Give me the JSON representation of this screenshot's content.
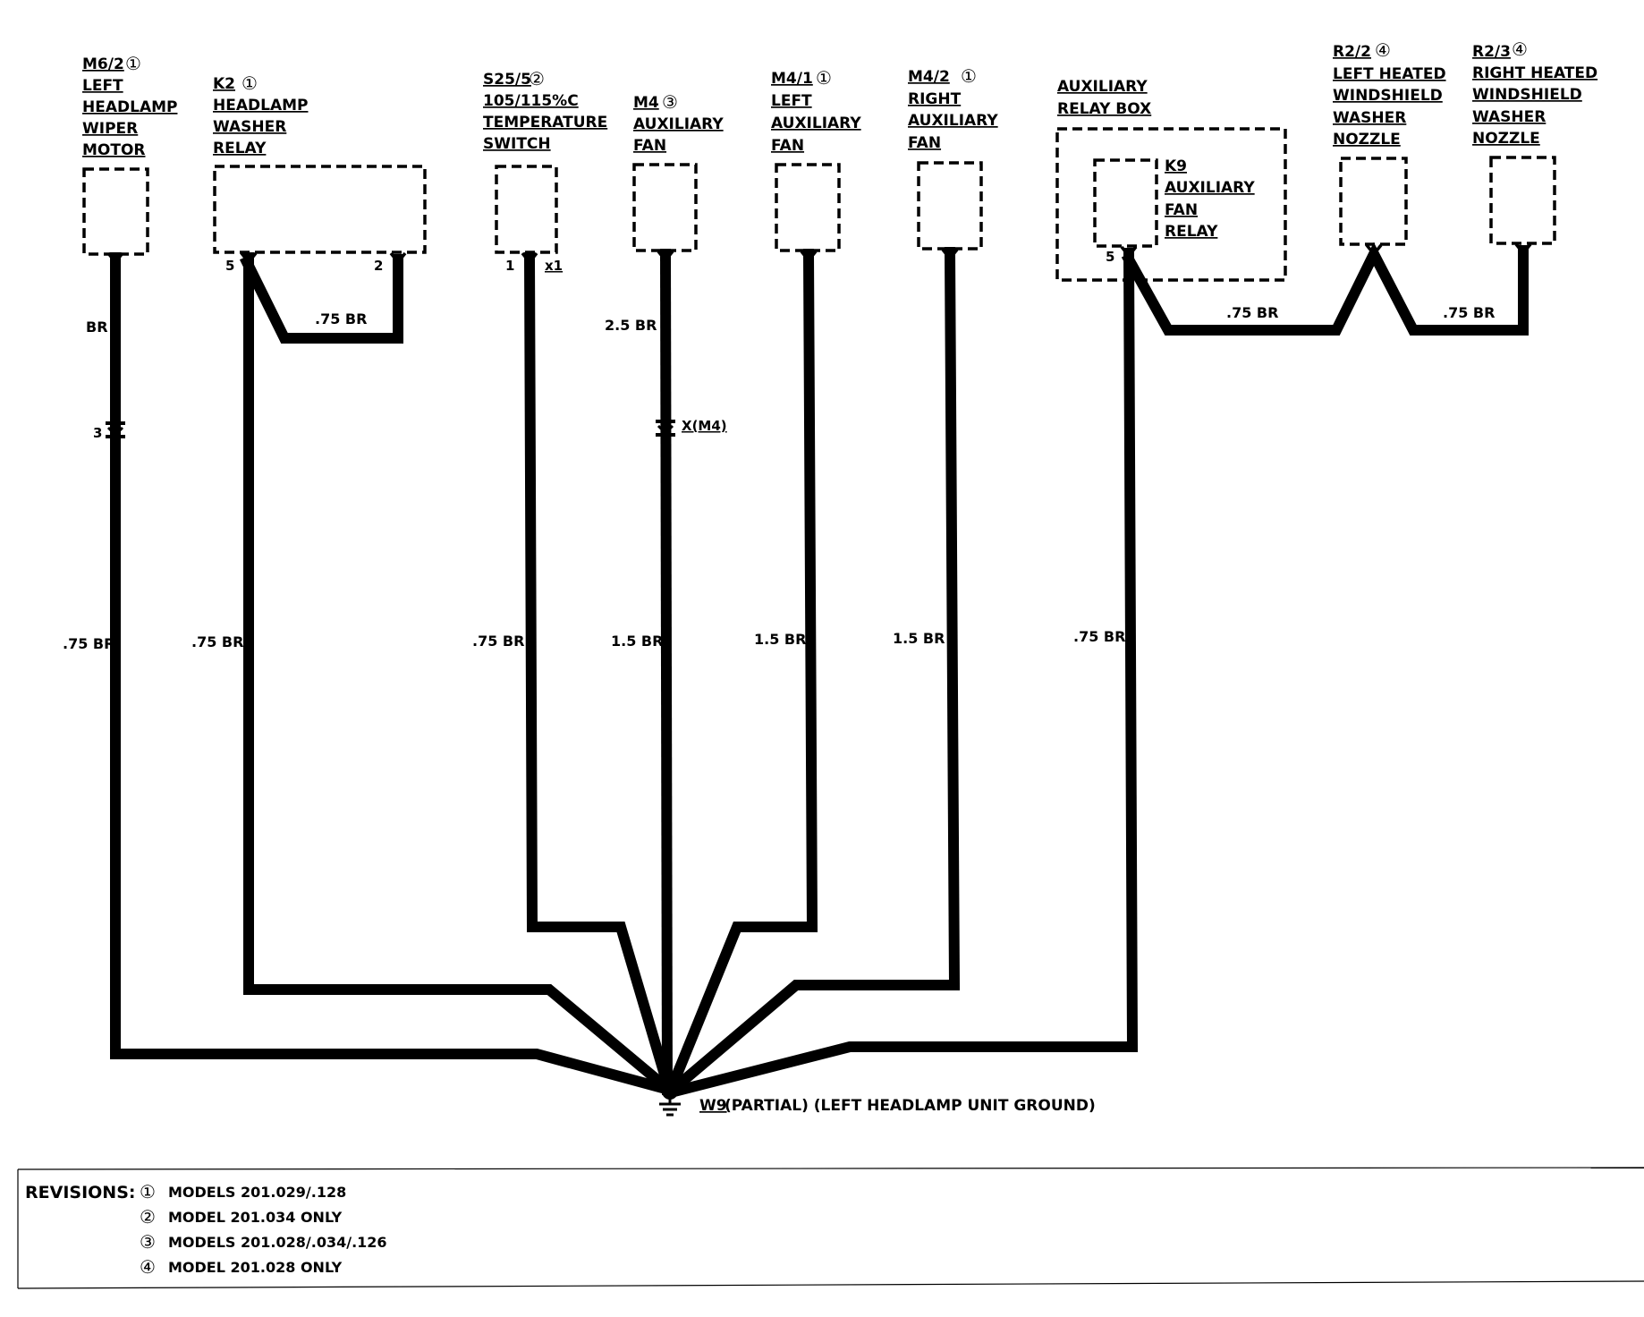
{
  "components": {
    "m6_2": {
      "code": "M6/2",
      "rev": "①",
      "lines": [
        "LEFT",
        "HEADLAMP",
        "WIPER",
        "MOTOR"
      ]
    },
    "k2": {
      "code": "K2",
      "rev": "①",
      "lines": [
        "HEADLAMP",
        "WASHER",
        "RELAY"
      ]
    },
    "s25_5": {
      "code": "S25/5",
      "rev": "②",
      "lines": [
        "105/115%C",
        "TEMPERATURE",
        "SWITCH"
      ]
    },
    "m4": {
      "code": "M4",
      "rev": "③",
      "lines": [
        "AUXILIARY",
        "FAN"
      ]
    },
    "m4_1": {
      "code": "M4/1",
      "rev": "①",
      "lines": [
        "LEFT",
        "AUXILIARY",
        "FAN"
      ]
    },
    "m4_2": {
      "code": "M4/2",
      "rev": "①",
      "lines": [
        "RIGHT",
        "AUXILIARY",
        "FAN"
      ]
    },
    "relay_box": {
      "lines": [
        "AUXILIARY",
        "RELAY BOX"
      ]
    },
    "k9": {
      "code": "K9",
      "lines": [
        "AUXILIARY",
        "FAN",
        "RELAY"
      ]
    },
    "r2_2": {
      "code": "R2/2",
      "rev": "④",
      "lines": [
        "LEFT HEATED",
        "WINDSHIELD",
        "WASHER",
        "NOZZLE"
      ]
    },
    "r2_3": {
      "code": "R2/3",
      "rev": "④",
      "lines": [
        "RIGHT HEATED",
        "WINDSHIELD",
        "WASHER",
        "NOZZLE"
      ]
    }
  },
  "pins": {
    "k2_5": "5",
    "k2_2": "2",
    "s25_1": "1",
    "s25_x1": "x1",
    "k9_5": "5",
    "m6_connector": "3",
    "m4_connector": "X(M4)"
  },
  "wires": {
    "m6_top": "BR",
    "k2_jumper": ".75 BR",
    "m4_top": "2.5 BR",
    "r2_left": ".75 BR",
    "r2_right": ".75 BR",
    "m6_main": ".75 BR",
    "k2_main": ".75 BR",
    "s25_main": ".75 BR",
    "m4_main": "1.5 BR",
    "m4_1_main": "1.5 BR",
    "m4_2_main": "1.5 BR",
    "k9_main": ".75 BR"
  },
  "ground": {
    "code": "W9",
    "desc": "(PARTIAL) (LEFT HEADLAMP UNIT GROUND)"
  },
  "revisions": {
    "heading": "REVISIONS:",
    "items": [
      {
        "num": "①",
        "text": "MODELS 201.029/.128"
      },
      {
        "num": "②",
        "text": "MODEL 201.034 ONLY"
      },
      {
        "num": "③",
        "text": "MODELS 201.028/.034/.126"
      },
      {
        "num": "④",
        "text": "MODEL 201.028 ONLY"
      }
    ]
  }
}
